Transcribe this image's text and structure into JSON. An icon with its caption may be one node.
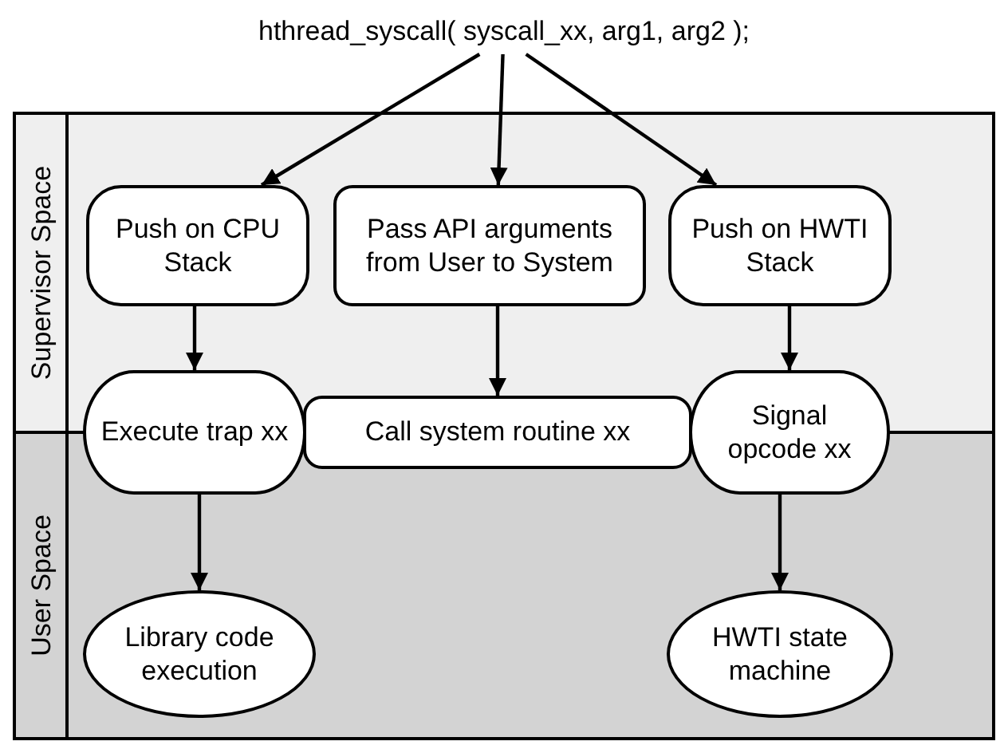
{
  "diagram": {
    "nodes": [
      {
        "text": [
          "hthread_syscall( syscall_xx, arg1, arg2 );"
        ]
      },
      {
        "text": [
          "Supervisor Space"
        ]
      },
      {
        "text": [
          "User Space"
        ]
      },
      {
        "text": [
          "Push on CPU Stack"
        ],
        "in": 1
      },
      {
        "text": [
          "Pass API arguments from User to System"
        ],
        "in": 1
      },
      {
        "text": [
          "Push on HWTI Stack"
        ],
        "in": 1
      },
      {
        "text": [
          "Execute trap xx"
        ]
      },
      {
        "text": [
          "Call system routine xx"
        ]
      },
      {
        "text": [
          "Signal opcode xx"
        ]
      },
      {
        "text": [
          "Library code execution"
        ],
        "in": 2
      },
      {
        "text": [
          "HWTI state machine"
        ],
        "in": 2
      }
    ],
    "edges": [
      {
        "from": 0,
        "to": 3,
        "arrow": "to"
      },
      {
        "from": 0,
        "to": 4,
        "arrow": "to"
      },
      {
        "from": 0,
        "to": 5,
        "arrow": "to"
      },
      {
        "from": 3,
        "to": 6,
        "arrow": "to"
      },
      {
        "from": 4,
        "to": 7,
        "arrow": "to"
      },
      {
        "from": 5,
        "to": 8,
        "arrow": "to"
      },
      {
        "from": 6,
        "to": 9,
        "arrow": "to"
      },
      {
        "from": 8,
        "to": 10,
        "arrow": "to"
      }
    ]
  }
}
